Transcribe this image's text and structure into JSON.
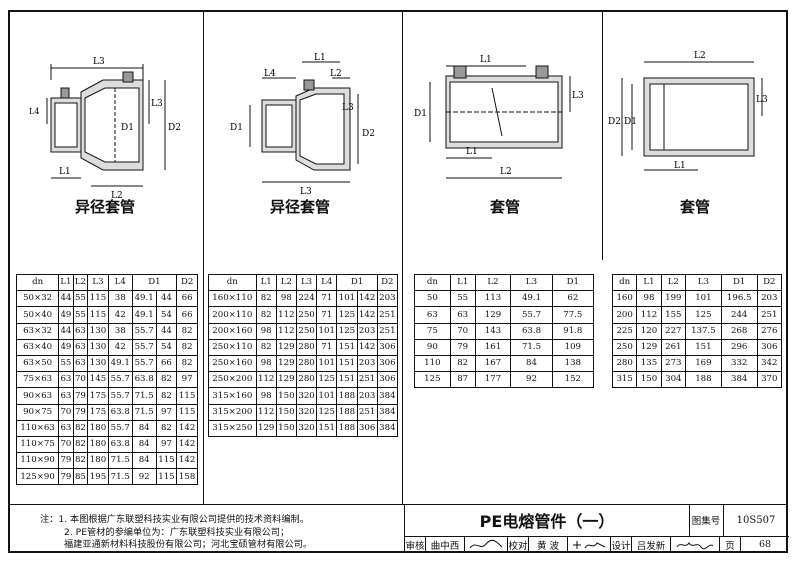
{
  "sections": [
    {
      "caption": "异径套管"
    },
    {
      "caption": "异径套管"
    },
    {
      "caption": "套管"
    },
    {
      "caption": "套管"
    }
  ],
  "dim_labels": {
    "L1": "L1",
    "L2": "L2",
    "L3": "L3",
    "D1": "D1",
    "D2": "D2"
  },
  "table1": {
    "headers": [
      "dn",
      "L1",
      "L2",
      "L3",
      "L4",
      "D1",
      "D2"
    ],
    "rows": [
      [
        "50×32",
        "44",
        "55",
        "115",
        "38",
        "49.1",
        "44",
        "66"
      ],
      [
        "50×40",
        "49",
        "55",
        "115",
        "42",
        "49.1",
        "54",
        "66"
      ],
      [
        "63×32",
        "44",
        "63",
        "130",
        "38",
        "55.7",
        "44",
        "82"
      ],
      [
        "63×40",
        "49",
        "63",
        "130",
        "42",
        "55.7",
        "54",
        "82"
      ],
      [
        "63×50",
        "55",
        "63",
        "130",
        "49.1",
        "55.7",
        "66",
        "82"
      ],
      [
        "75×63",
        "63",
        "70",
        "145",
        "55.7",
        "63.8",
        "82",
        "97"
      ],
      [
        "90×63",
        "63",
        "79",
        "175",
        "55.7",
        "71.5",
        "82",
        "115"
      ],
      [
        "90×75",
        "70",
        "79",
        "175",
        "63.8",
        "71.5",
        "97",
        "115"
      ],
      [
        "110×63",
        "63",
        "82",
        "180",
        "55.7",
        "84",
        "82",
        "142"
      ],
      [
        "110×75",
        "70",
        "82",
        "180",
        "63.8",
        "84",
        "97",
        "142"
      ],
      [
        "110×90",
        "79",
        "82",
        "180",
        "71.5",
        "84",
        "115",
        "142"
      ],
      [
        "125×90",
        "79",
        "85",
        "195",
        "71.5",
        "92",
        "115",
        "158"
      ]
    ]
  },
  "table2": {
    "headers": [
      "dn",
      "L1",
      "L2",
      "L3",
      "L4",
      "D1",
      "D2"
    ],
    "rows": [
      [
        "160×110",
        "82",
        "98",
        "224",
        "71",
        "101",
        "142",
        "203"
      ],
      [
        "200×110",
        "82",
        "112",
        "250",
        "71",
        "125",
        "142",
        "251"
      ],
      [
        "200×160",
        "98",
        "112",
        "250",
        "101",
        "125",
        "203",
        "251"
      ],
      [
        "250×110",
        "82",
        "129",
        "280",
        "71",
        "151",
        "142",
        "306"
      ],
      [
        "250×160",
        "98",
        "129",
        "280",
        "101",
        "151",
        "203",
        "306"
      ],
      [
        "250×200",
        "112",
        "129",
        "280",
        "125",
        "151",
        "251",
        "306"
      ],
      [
        "315×160",
        "98",
        "150",
        "320",
        "101",
        "188",
        "203",
        "384"
      ],
      [
        "315×200",
        "112",
        "150",
        "320",
        "125",
        "188",
        "251",
        "384"
      ],
      [
        "315×250",
        "129",
        "150",
        "320",
        "151",
        "188",
        "306",
        "384"
      ]
    ]
  },
  "table3": {
    "headers": [
      "dn",
      "L1",
      "L2",
      "L3",
      "D1"
    ],
    "rows": [
      [
        "50",
        "55",
        "113",
        "49.1",
        "62"
      ],
      [
        "63",
        "63",
        "129",
        "55.7",
        "77.5"
      ],
      [
        "75",
        "70",
        "143",
        "63.8",
        "91.8"
      ],
      [
        "90",
        "79",
        "161",
        "71.5",
        "109"
      ],
      [
        "110",
        "82",
        "167",
        "84",
        "138"
      ],
      [
        "125",
        "87",
        "177",
        "92",
        "152"
      ]
    ]
  },
  "table4": {
    "headers": [
      "dn",
      "L1",
      "L2",
      "L3",
      "D1",
      "D2"
    ],
    "rows": [
      [
        "160",
        "98",
        "199",
        "101",
        "196.5",
        "203"
      ],
      [
        "200",
        "112",
        "155",
        "125",
        "244",
        "251"
      ],
      [
        "225",
        "120",
        "227",
        "137.5",
        "268",
        "276"
      ],
      [
        "250",
        "129",
        "261",
        "151",
        "296",
        "306"
      ],
      [
        "280",
        "135",
        "273",
        "169",
        "332",
        "342"
      ],
      [
        "315",
        "150",
        "304",
        "188",
        "384",
        "370"
      ]
    ]
  },
  "notes": {
    "label": "注：",
    "line1": "1. 本图根据广东联塑科技实业有限公司提供的技术资料编制。",
    "line2": "2. PE管材的参编单位为：广东联塑科技实业有限公司；",
    "line3": "福建亚通新材料科技股份有限公司；河北宝硕管材有限公司。"
  },
  "title_block": {
    "title": "PE电熔管件（一）",
    "atlas_label": "图集号",
    "atlas_no": "10S507",
    "review_label": "审核",
    "reviewer": "曲中西",
    "check_label": "校对",
    "checker": "黄  波",
    "design_label": "设计",
    "designer": "吕发新",
    "page_label": "页",
    "page_no": "68"
  }
}
